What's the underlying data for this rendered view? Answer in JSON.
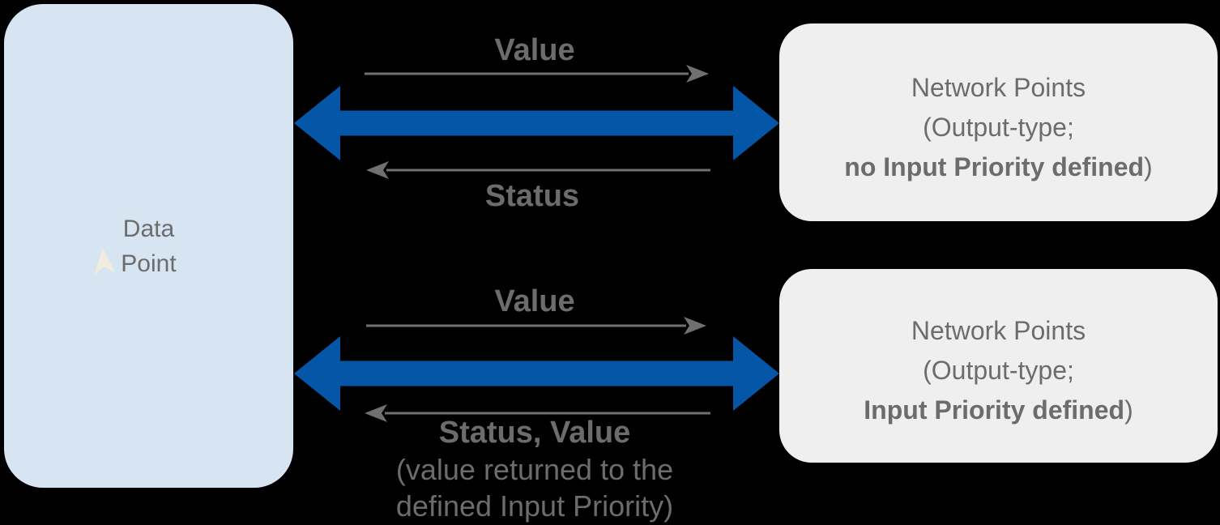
{
  "colors": {
    "canvas_bg": "#000000",
    "left_box_fill": "#d7e4f1",
    "right_box_fill": "#efefef",
    "blue_arrow": "#0656a7",
    "thin_arrow": "#707070",
    "text_gray": "#6c6c6c",
    "cursor_glyph": "#f1ecdf"
  },
  "left_box": {
    "line1": "Data",
    "line2": "Point",
    "icon": "cursor-arrow-icon"
  },
  "top_flow": {
    "forward_label": "Value",
    "return_label": "Status",
    "box": {
      "line1": "Network Points",
      "line2": "(Output-type;",
      "line3_bold": "no Input Priority defined",
      "line3_close": ")"
    }
  },
  "bottom_flow": {
    "forward_label": "Value",
    "return_label": "Status, Value",
    "return_note1": "(value returned to the",
    "return_note2": "defined Input Priority)",
    "box": {
      "line1": "Network Points",
      "line2": "(Output-type;",
      "line3_bold": "Input Priority defined",
      "line3_close": ")"
    }
  }
}
